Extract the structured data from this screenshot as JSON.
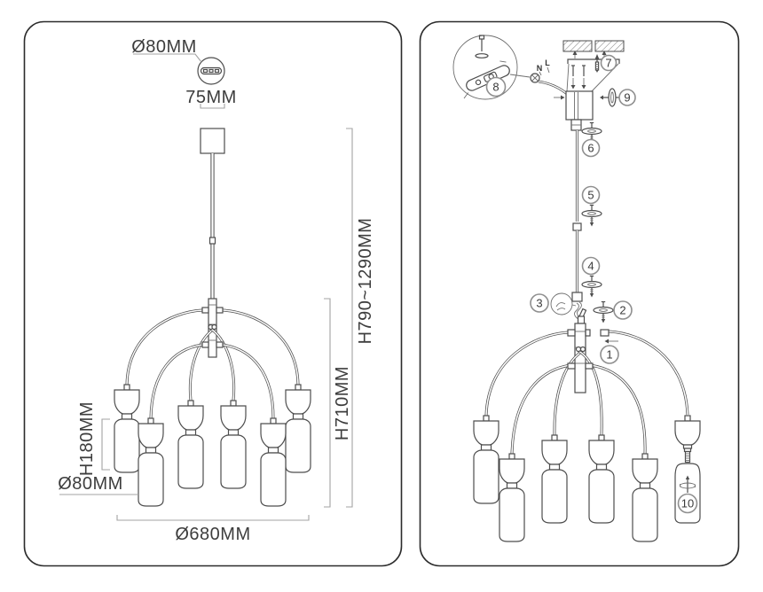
{
  "colors": {
    "line": "#4d4d4d",
    "dimension_line": "#a3a3a3",
    "text": "#3d3d3d",
    "badge_ring": "#8f8f8f",
    "panel_border": "#2b2b2b",
    "background": "#ffffff"
  },
  "left_panel": {
    "canopy_diameter_label": "Ø80MM",
    "canopy_plate_label": "75MM",
    "overall_height_label": "H790~1290MM",
    "body_height_label": "H710MM",
    "shade_height_label": "H180MM",
    "shade_diameter_label": "Ø80MM",
    "overall_diameter_label": "Ø680MM"
  },
  "right_panel": {
    "wire_labels": {
      "neutral": "N",
      "live": "L"
    },
    "steps": [
      "1",
      "2",
      "3",
      "4",
      "5",
      "6",
      "7",
      "8",
      "9",
      "10"
    ]
  }
}
